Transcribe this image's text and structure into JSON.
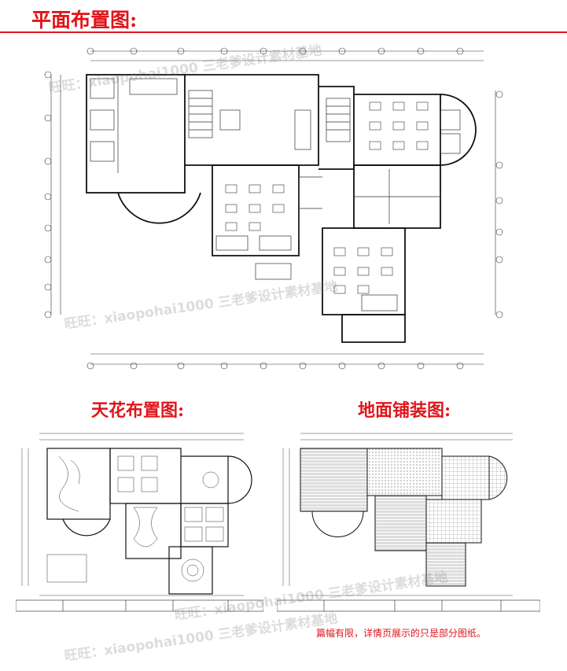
{
  "titles": {
    "plan": "平面布置图:",
    "ceiling": "天花布置图:",
    "floor": "地面铺装图:"
  },
  "footnote": "篇幅有限，详情页展示的只是部分图纸。",
  "watermark": "旺旺：xiaopohai1000  三老爹设计素材基地",
  "colors": {
    "accent": "#e0151b",
    "line": "#222222"
  }
}
